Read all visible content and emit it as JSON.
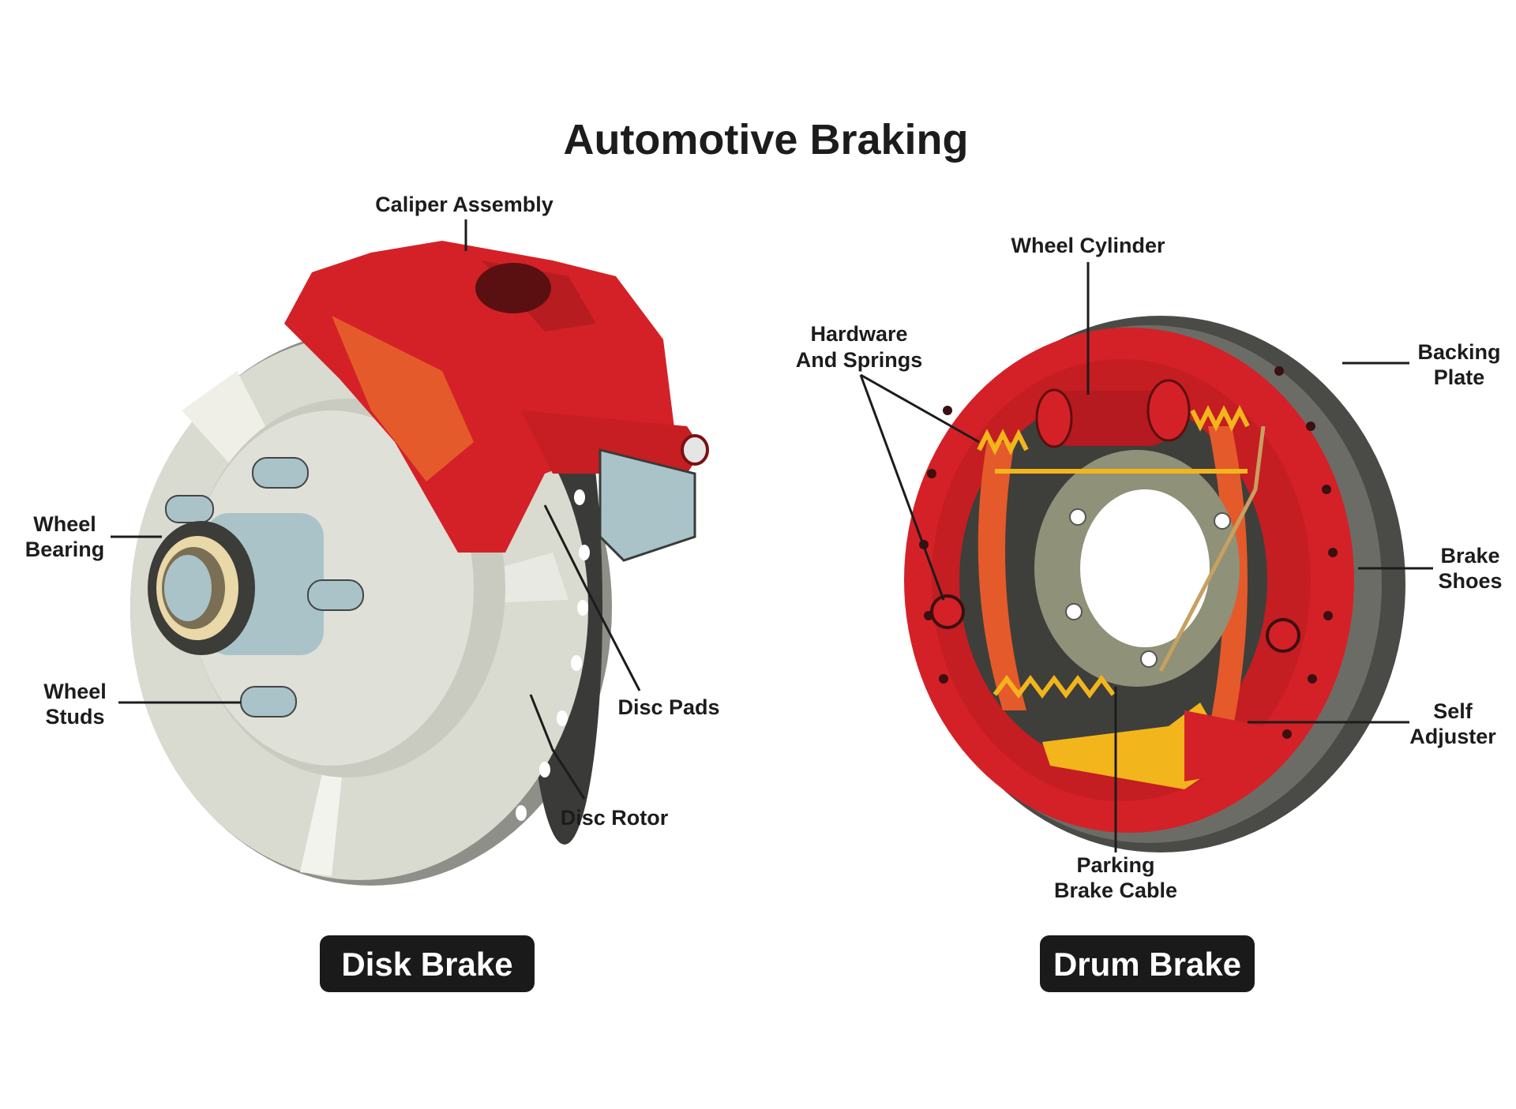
{
  "title": "Automotive Braking",
  "disk_brake": {
    "badge": "Disk Brake",
    "labels": {
      "caliper_assembly": "Caliper Assembly",
      "wheel_bearing": [
        "Wheel",
        "Bearing"
      ],
      "wheel_studs": [
        "Wheel",
        "Studs"
      ],
      "disc_pads": "Disc Pads",
      "disc_rotor": "Disc Rotor"
    }
  },
  "drum_brake": {
    "badge": "Drum Brake",
    "labels": {
      "wheel_cylinder": "Wheel Cylinder",
      "hardware_and_springs": [
        "Hardware",
        "And Springs"
      ],
      "backing_plate": [
        "Backing",
        "Plate"
      ],
      "brake_shoes": [
        "Brake",
        "Shoes"
      ],
      "self_adjuster": [
        "Self",
        "Adjuster"
      ],
      "parking_brake_cable": [
        "Parking",
        "Brake Cable"
      ]
    }
  },
  "colors": {
    "caliper_red": "#d42127",
    "rotor_grey": "#d9dbd0",
    "steel_blue": "#a9c3c9",
    "drum_dark": "#4a4b46",
    "spring_yellow": "#f2b51c",
    "badge_bg": "#1a1a1a"
  }
}
